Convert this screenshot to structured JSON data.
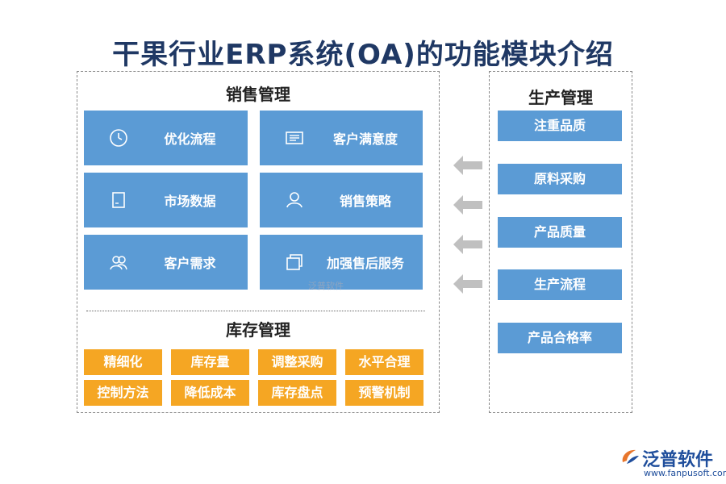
{
  "title": "干果行业ERP系统(OA)的功能模块介绍",
  "sales": {
    "title": "销售管理",
    "items": [
      {
        "label": "优化流程",
        "icon": "clock-icon"
      },
      {
        "label": "客户满意度",
        "icon": "card-icon"
      },
      {
        "label": "市场数据",
        "icon": "document-icon"
      },
      {
        "label": "销售策略",
        "icon": "user-icon"
      },
      {
        "label": "客户需求",
        "icon": "users-icon"
      },
      {
        "label": "加强售后服务",
        "icon": "pages-icon"
      }
    ]
  },
  "inventory": {
    "title": "库存管理",
    "items": [
      "精细化",
      "库存量",
      "调整采购",
      "水平合理",
      "控制方法",
      "降低成本",
      "库存盘点",
      "预警机制"
    ]
  },
  "production": {
    "title": "生产管理",
    "items": [
      "注重品质",
      "原料采购",
      "产品质量",
      "生产流程",
      "产品合格率"
    ]
  },
  "watermark": "泛普软件",
  "logo": {
    "name": "泛普软件",
    "url": "www.fanpusoft.com"
  },
  "colors": {
    "tile_blue": "#5b9bd5",
    "chip_orange": "#f5a623",
    "title_navy": "#1f3864",
    "arrow_gray": "#c0c0c0"
  }
}
